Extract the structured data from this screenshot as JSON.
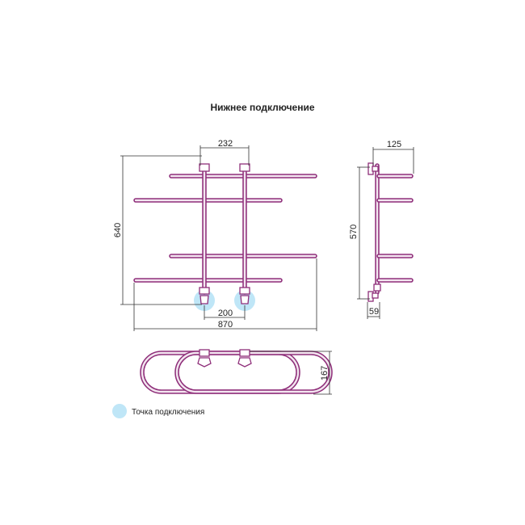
{
  "title": "Нижнее подключение",
  "dimensions": {
    "top_spacing": "232",
    "total_height": "640",
    "connection_spacing": "200",
    "total_width": "870",
    "side_depth": "125",
    "side_height": "570",
    "side_offset": "59",
    "plan_depth": "167"
  },
  "legend": {
    "label": "Точка подключения",
    "marker_color": "#bfe6f7"
  },
  "colors": {
    "pipe": "#8f2f7a",
    "dimension_lines": "#333333"
  }
}
